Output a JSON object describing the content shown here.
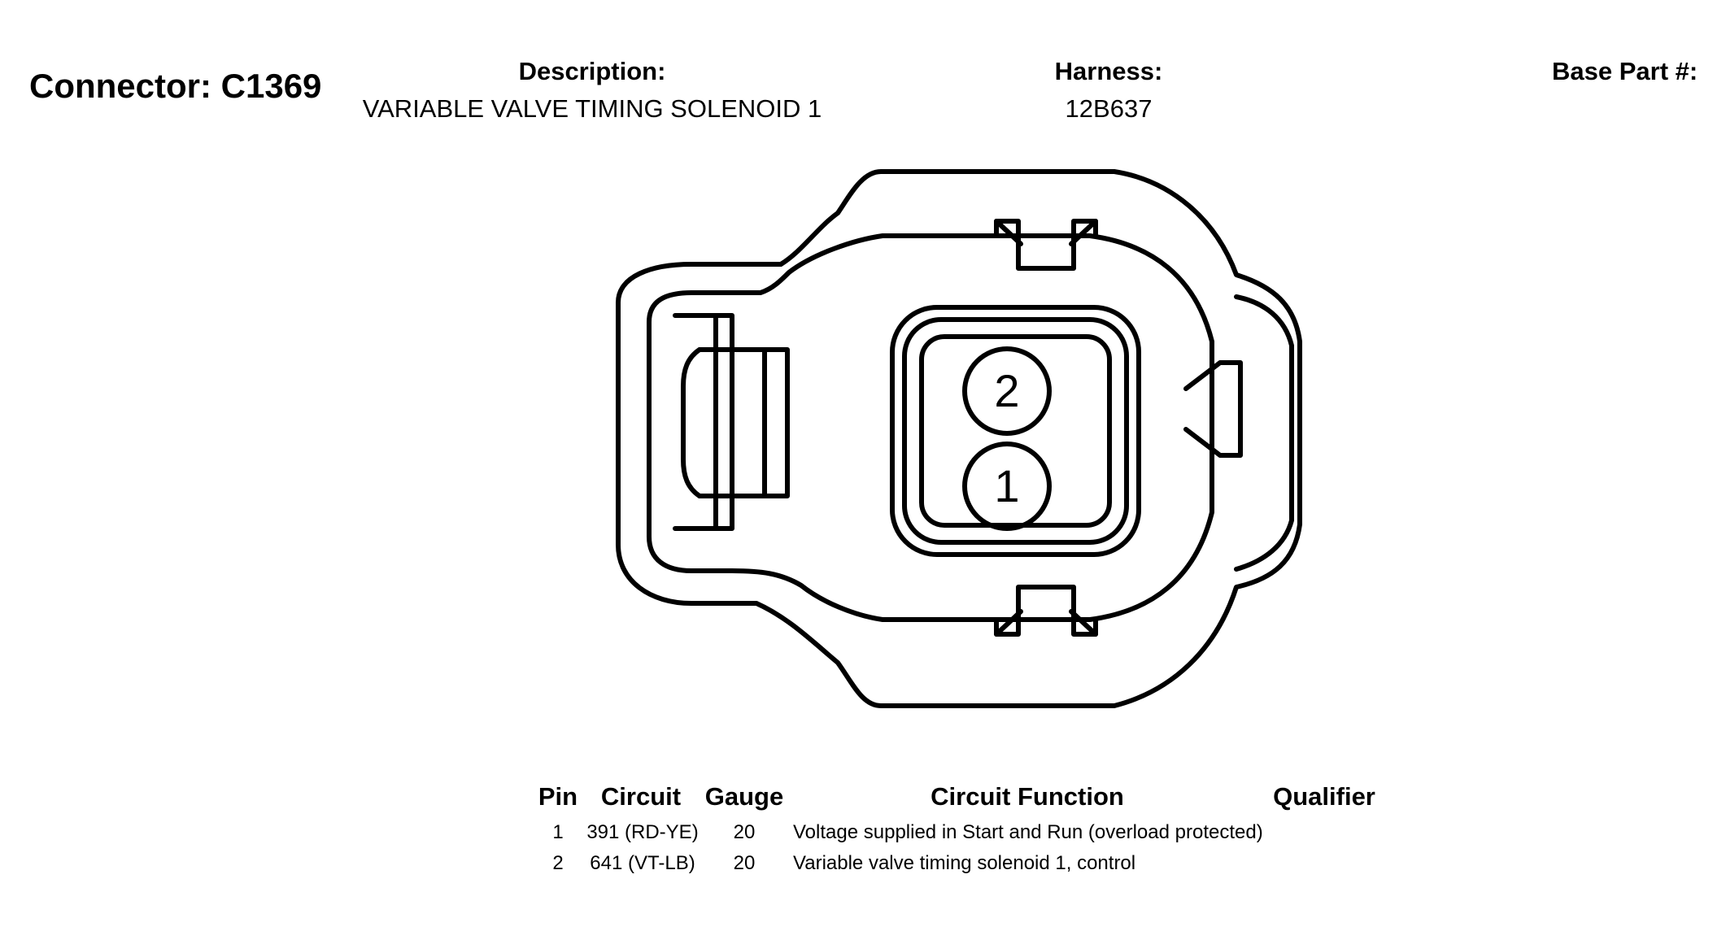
{
  "header": {
    "connector_title": "Connector: C1369",
    "description_label": "Description:",
    "description_value": "VARIABLE VALVE TIMING SOLENOID 1",
    "harness_label": "Harness:",
    "harness_value": "12B637",
    "base_part_label": "Base Part #:"
  },
  "diagram": {
    "pin_labels": [
      "2",
      "1"
    ]
  },
  "table": {
    "headers": {
      "pin": "Pin",
      "circuit": "Circuit",
      "gauge": "Gauge",
      "function": "Circuit Function",
      "qualifier": "Qualifier"
    },
    "rows": [
      {
        "pin": "1",
        "circuit": "391 (RD-YE)",
        "gauge": "20",
        "function": "Voltage supplied in Start and Run (overload protected)",
        "qualifier": ""
      },
      {
        "pin": "2",
        "circuit": "641 (VT-LB)",
        "gauge": "20",
        "function": "Variable valve timing solenoid 1, control",
        "qualifier": ""
      }
    ]
  }
}
